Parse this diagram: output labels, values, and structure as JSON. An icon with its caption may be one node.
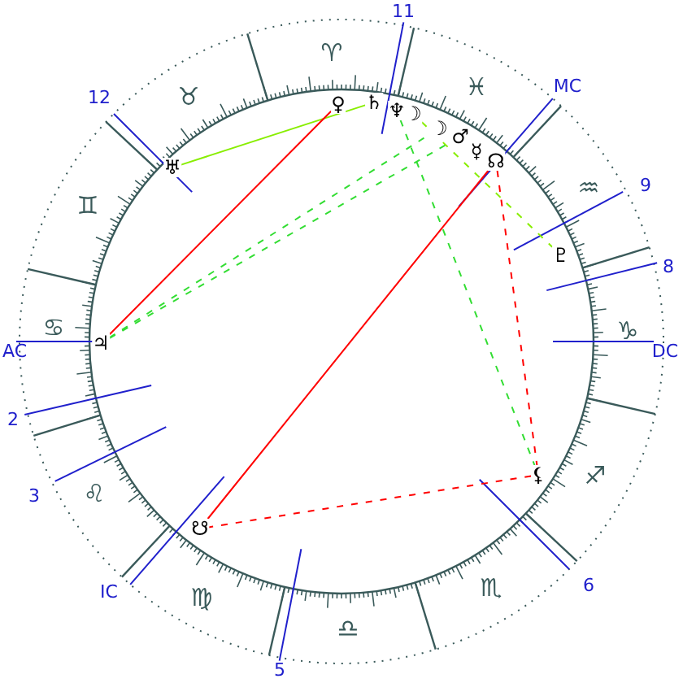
{
  "diagram": {
    "nodes": [
      {
        "text": [
          "♀"
        ]
      },
      {
        "text": [
          "♄"
        ]
      },
      {
        "text": [
          "♆"
        ]
      },
      {
        "text": [
          "☽"
        ]
      },
      {
        "text": [
          "☽"
        ]
      },
      {
        "text": [
          "♂"
        ]
      },
      {
        "text": [
          "☿"
        ]
      },
      {
        "text": [
          "☊"
        ]
      },
      {
        "text": [
          "♅"
        ]
      },
      {
        "text": [
          "♇"
        ]
      },
      {
        "text": [
          "♃"
        ]
      },
      {
        "text": [
          "⚸"
        ]
      },
      {
        "text": [
          "☋"
        ]
      }
    ],
    "edges": [
      {
        "from": 8,
        "to": 1,
        "arrow": "none",
        "color": "#88ee00"
      },
      {
        "from": 0,
        "to": 10,
        "arrow": "none",
        "color": "#ff0000"
      },
      {
        "from": 7,
        "to": 12,
        "arrow": "none",
        "color": "#ff0000"
      },
      {
        "from": 7,
        "to": 11,
        "arrow": "none",
        "style": "dashed",
        "color": "#ff0000"
      },
      {
        "from": 11,
        "to": 12,
        "arrow": "none",
        "style": "dashed",
        "color": "#ff0000"
      },
      {
        "from": 10,
        "to": 4,
        "arrow": "none",
        "style": "dashed",
        "color": "#33dd33"
      },
      {
        "from": 10,
        "to": 5,
        "arrow": "none",
        "style": "dashed",
        "color": "#33dd33"
      },
      {
        "from": 2,
        "to": 11,
        "arrow": "none",
        "style": "dashed",
        "color": "#33dd33"
      },
      {
        "from": 3,
        "to": 9,
        "arrow": "none",
        "style": "dashed",
        "color": "#88ee00"
      }
    ],
    "labels": [
      "11",
      "♈",
      "MC",
      "♓",
      "12",
      "♉",
      "9",
      "♒",
      "♊",
      "8",
      "♑",
      "DC",
      "AC",
      "♋",
      "2",
      "♐",
      "♌",
      "3",
      "6",
      "♏",
      "IC",
      "♍",
      "♎",
      "5"
    ]
  }
}
